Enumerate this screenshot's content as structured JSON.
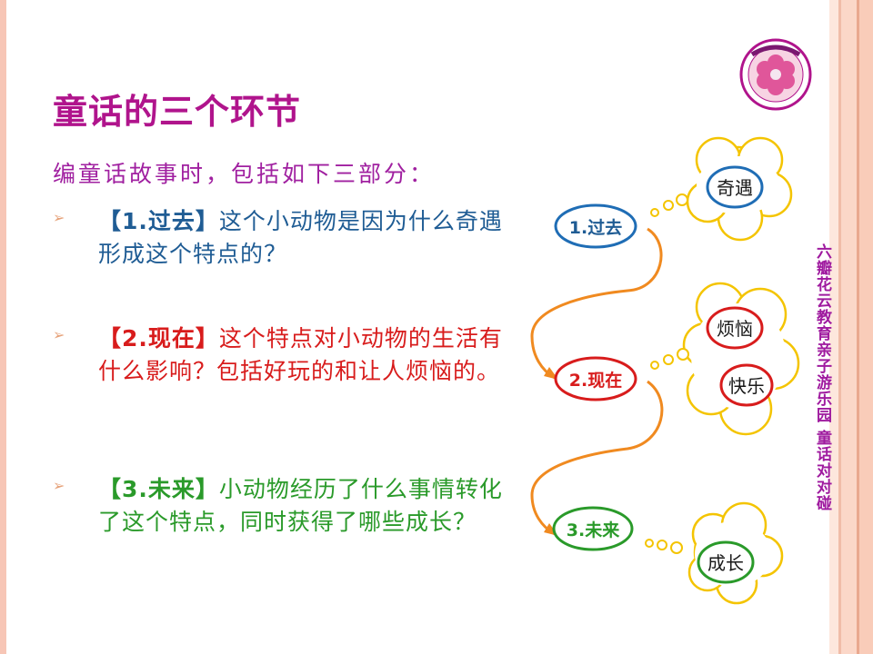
{
  "title": "童话的三个环节",
  "intro": "编童话故事时，包括如下三部分：",
  "bullets": [
    {
      "head": "【1.过去】",
      "text": "这个小动物是因为什么奇遇形成这个特点的？"
    },
    {
      "head": "【2.现在】",
      "text": "这个特点对小动物的生活有什么影响？包括好玩的和让人烦恼的。"
    },
    {
      "head": "【3.未来】",
      "text": "小动物经历了什么事情转化了这个特点，同时获得了哪些成长？"
    }
  ],
  "diagram": {
    "nodes": [
      "1.过去",
      "2.现在",
      "3.未来"
    ],
    "bubbles": [
      "奇遇",
      "烦恼",
      "快乐",
      "成长"
    ]
  },
  "side_text": "六瓣花云教育亲子游乐园 童话对对碰",
  "colors": {
    "title": "#b0148c",
    "past": "#1f6db5",
    "present": "#d81c1c",
    "future": "#2a9a2a",
    "cloud": "#f4c400",
    "connector": "#f08a20"
  }
}
